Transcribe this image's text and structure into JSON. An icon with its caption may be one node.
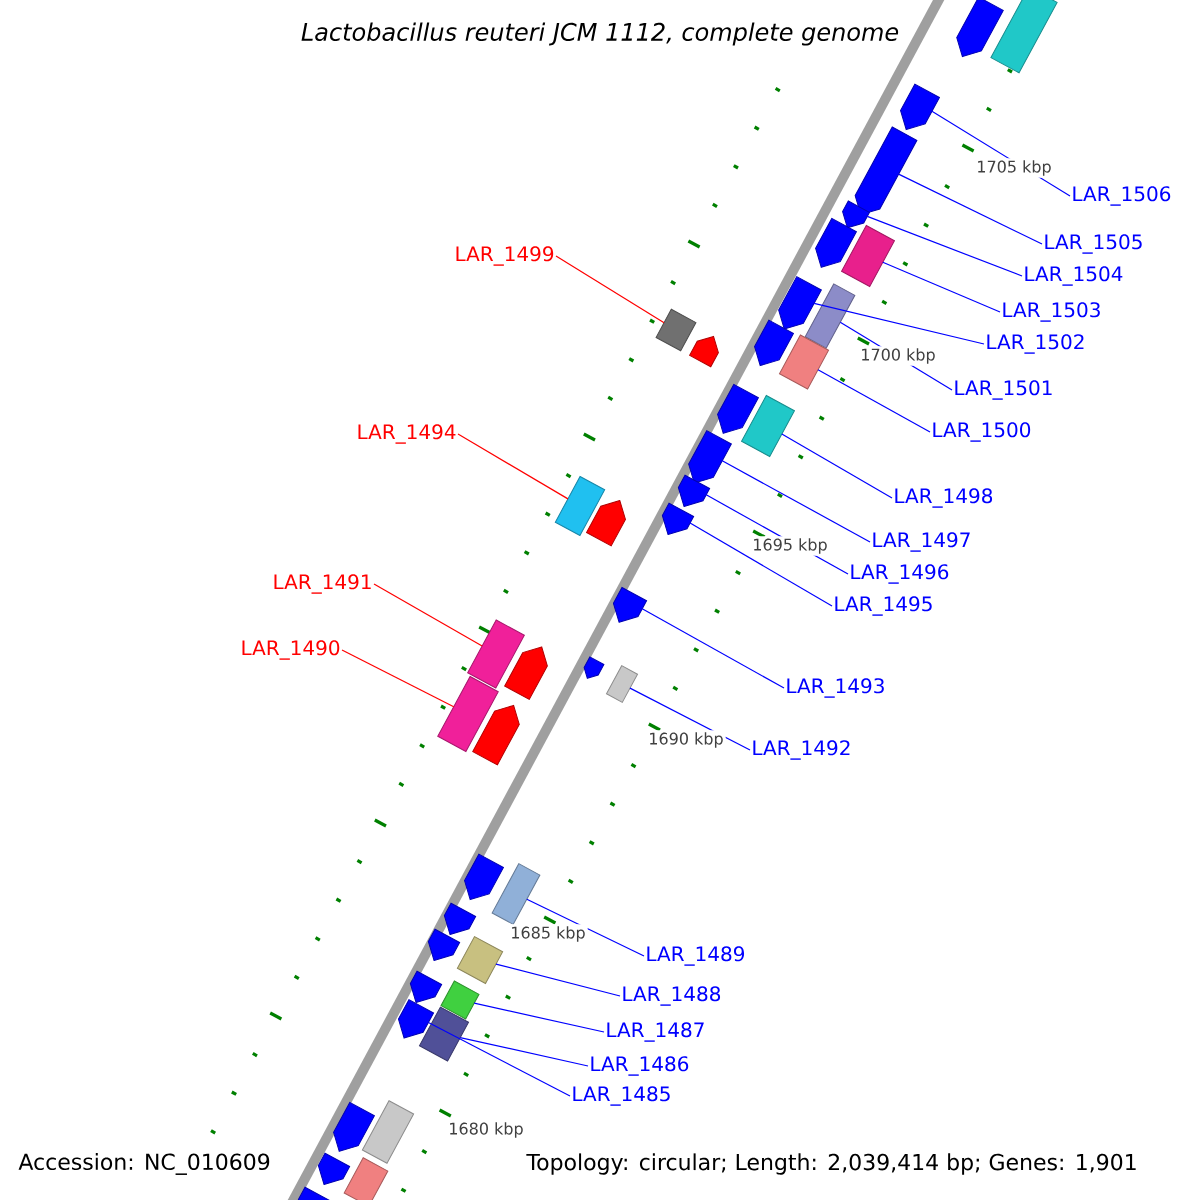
{
  "diagram": {
    "title": "Lactobacillus reuteri JCM 1112, complete genome",
    "nodes": [
      {
        "text": [
          "LAR_1506"
        ]
      },
      {
        "text": [
          "LAR_1505"
        ]
      },
      {
        "text": [
          "LAR_1499"
        ]
      },
      {
        "text": [
          "LAR_1504"
        ]
      },
      {
        "text": [
          "LAR_1503"
        ]
      },
      {
        "text": [
          "LAR_1502"
        ]
      },
      {
        "text": [
          "LAR_1501"
        ]
      },
      {
        "text": [
          "LAR_1500"
        ]
      },
      {
        "text": [
          "LAR_1494"
        ]
      },
      {
        "text": [
          "LAR_1498"
        ]
      },
      {
        "text": [
          "LAR_1497"
        ]
      },
      {
        "text": [
          "LAR_1496"
        ]
      },
      {
        "text": [
          "LAR_1495"
        ]
      },
      {
        "text": [
          "LAR_1491"
        ]
      },
      {
        "text": [
          "LAR_1490"
        ]
      },
      {
        "text": [
          "LAR_1493"
        ]
      },
      {
        "text": [
          "LAR_1492"
        ]
      },
      {
        "text": [
          "LAR_1489"
        ]
      },
      {
        "text": [
          "LAR_1488"
        ]
      },
      {
        "text": [
          "LAR_1487"
        ]
      },
      {
        "text": [
          "LAR_1486"
        ]
      },
      {
        "text": [
          "LAR_1485"
        ]
      },
      {
        "text": [],
        "shape": "pentagon"
      },
      {
        "text": [],
        "shape": "pentagon"
      },
      {
        "text": [],
        "shape": "box"
      },
      {
        "text": [],
        "shape": "pentagon"
      },
      {
        "text": [],
        "shape": "box"
      },
      {
        "text": [],
        "shape": "pentagon"
      },
      {
        "text": [],
        "shape": "box"
      },
      {
        "text": [],
        "shape": "box"
      },
      {
        "text": [],
        "shape": "box"
      },
      {
        "text": [],
        "shape": "box"
      },
      {
        "text": [],
        "shape": "pentagon"
      },
      {
        "text": [],
        "shape": "pentagon"
      },
      {
        "text": [],
        "shape": "pentagon"
      },
      {
        "text": [],
        "shape": "box"
      },
      {
        "text": [],
        "shape": "box"
      },
      {
        "text": [],
        "shape": "pentagon"
      },
      {
        "text": [],
        "shape": "box"
      },
      {
        "text": [],
        "shape": "box"
      },
      {
        "text": [],
        "shape": "box"
      },
      {
        "text": [],
        "shape": "box"
      },
      {
        "text": [],
        "shape": "box"
      },
      {
        "text": [],
        "shape": "pentagon"
      },
      {
        "text": [],
        "shape": "pentagon"
      },
      {
        "text": [],
        "shape": "box"
      },
      {
        "text": [],
        "shape": "pentagon"
      },
      {
        "text": [],
        "shape": "pentagon"
      },
      {
        "text": [],
        "shape": "pentagon"
      },
      {
        "text": [],
        "shape": "pentagon"
      },
      {
        "text": [],
        "shape": "pentagon"
      },
      {
        "text": [],
        "shape": "pentagon"
      },
      {
        "text": [],
        "shape": "pentagon"
      },
      {
        "text": [],
        "shape": "pentagon"
      },
      {
        "text": [],
        "shape": "pentagon"
      },
      {
        "text": [],
        "shape": "pentagon"
      },
      {
        "text": [],
        "shape": "pentagon"
      },
      {
        "text": [],
        "shape": "pentagon"
      },
      {
        "text": [],
        "shape": "pentagon"
      },
      {
        "text": [],
        "shape": "box"
      },
      {
        "text": [],
        "shape": "pentagon"
      },
      {
        "text": [],
        "shape": "box"
      },
      {
        "text": [],
        "shape": "pentagon"
      }
    ],
    "edges": [
      {
        "from": 0,
        "to": 22,
        "arrow": "none"
      },
      {
        "from": 1,
        "to": 23,
        "arrow": "none"
      },
      {
        "from": 2,
        "to": 24,
        "arrow": "none",
        "color": "#ff0000"
      },
      {
        "from": 3,
        "to": 25,
        "arrow": "none"
      },
      {
        "from": 4,
        "to": 26,
        "arrow": "none"
      },
      {
        "from": 5,
        "to": 27,
        "arrow": "none"
      },
      {
        "from": 6,
        "to": 28,
        "arrow": "none"
      },
      {
        "from": 7,
        "to": 29,
        "arrow": "none"
      },
      {
        "from": 8,
        "to": 30,
        "arrow": "none",
        "color": "#ff0000"
      },
      {
        "from": 9,
        "to": 31,
        "arrow": "none"
      },
      {
        "from": 10,
        "to": 32,
        "arrow": "none"
      },
      {
        "from": 11,
        "to": 33,
        "arrow": "none"
      },
      {
        "from": 12,
        "to": 34,
        "arrow": "none"
      },
      {
        "from": 13,
        "to": 35,
        "arrow": "none",
        "color": "#ff0000"
      },
      {
        "from": 14,
        "to": 36,
        "arrow": "none",
        "color": "#ff0000"
      },
      {
        "from": 15,
        "to": 37,
        "arrow": "none"
      },
      {
        "from": 16,
        "to": 38,
        "arrow": "none"
      },
      {
        "from": 17,
        "to": 39,
        "arrow": "none"
      },
      {
        "from": 18,
        "to": 40,
        "arrow": "none"
      },
      {
        "from": 19,
        "to": 41,
        "arrow": "none"
      },
      {
        "from": 20,
        "to": 42,
        "arrow": "none"
      },
      {
        "from": 21,
        "to": 43,
        "arrow": "none"
      }
    ],
    "labels": [
      "1705 kbp",
      "1700 kbp",
      "1695 kbp",
      "1690 kbp",
      "1685 kbp",
      "1680 kbp",
      "Accession: NC_010609",
      "Topology: circular; Length: 2,039,414 bp; Genes: 1,901"
    ]
  }
}
